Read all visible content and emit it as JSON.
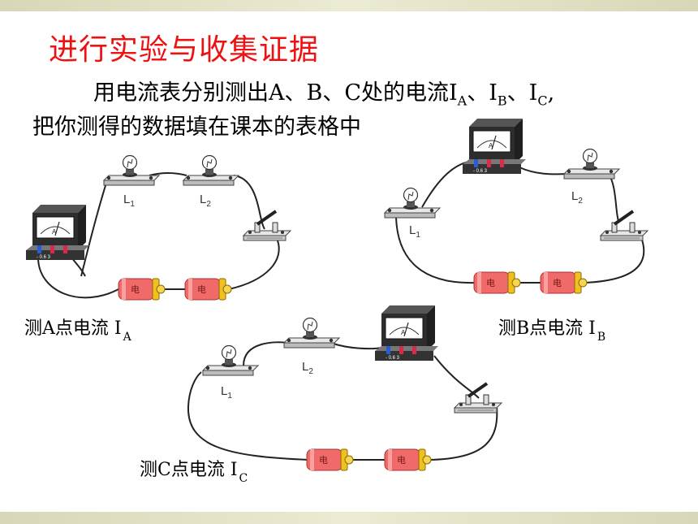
{
  "title": "进行实验与收集证据",
  "intro": {
    "line1_prefix": "用电流表分别测出A、B、C处的电流I",
    "sub_a": "A",
    "sep1": "、I",
    "sub_b": "B",
    "sep2": "、I",
    "sub_c": "C",
    "line1_suffix": ",",
    "line2": "把你测得的数据填在课本的表格中"
  },
  "circuits": {
    "a": {
      "caption": "测A点电流 I",
      "caption_sub": "A"
    },
    "b": {
      "caption": "测B点电流 I",
      "caption_sub": "B"
    },
    "c": {
      "caption": "测C点电流 I",
      "caption_sub": "C"
    }
  },
  "labels": {
    "l1": "L",
    "l2": "L",
    "sub1": "1",
    "sub2": "2"
  },
  "colors": {
    "title": "#ee1111",
    "battery": "#f06a6a",
    "battery_cap": "#f0c020",
    "board": "#cfcfcf"
  }
}
